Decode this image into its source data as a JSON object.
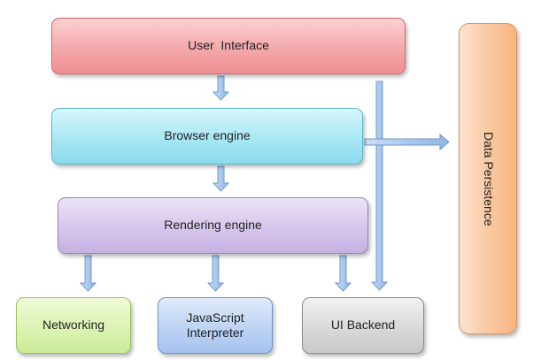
{
  "diagram": {
    "boxes": {
      "user_interface": "User  Interface",
      "browser_engine": "Browser engine",
      "rendering_engine": "Rendering engine",
      "networking": "Networking",
      "javascript_interpreter_line1": "JavaScript",
      "javascript_interpreter_line2": "Interpreter",
      "ui_backend": "UI Backend",
      "data_persistence": "Data Persistence"
    },
    "colors": {
      "user_interface": "#f4a9ab",
      "browser_engine": "#a8e7f4",
      "rendering_engine": "#d6c6ec",
      "networking": "#dcf3b4",
      "javascript_interpreter": "#bdd3f3",
      "ui_backend": "#d9d9d9",
      "data_persistence": "#f9c79e",
      "arrow": "#9fc2ea"
    }
  }
}
